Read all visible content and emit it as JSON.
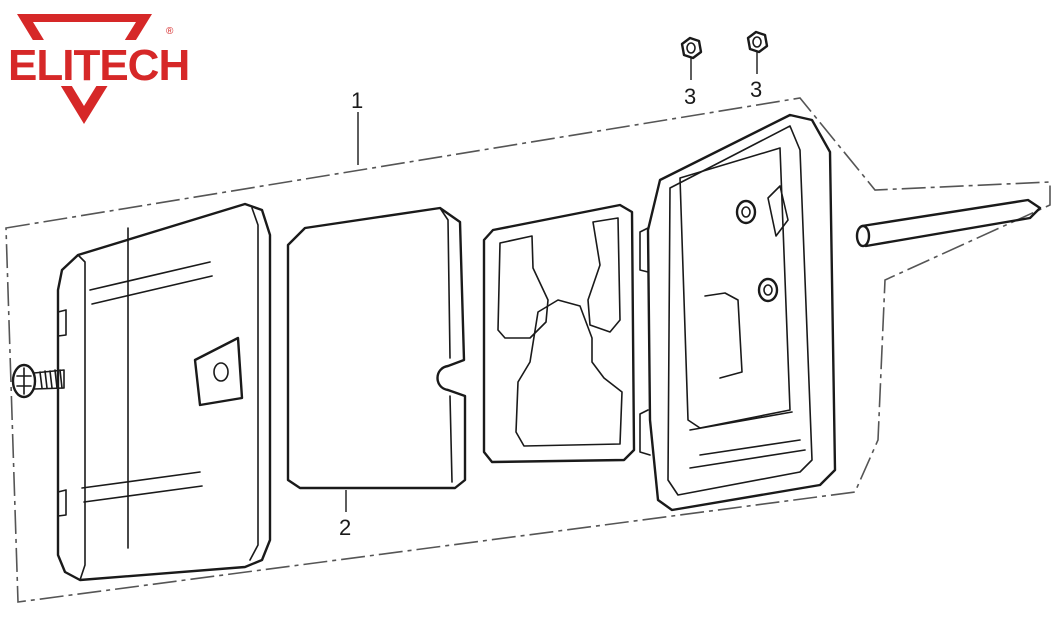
{
  "brand": {
    "name": "ELITECH",
    "registered_mark": "®",
    "color": "#d62828"
  },
  "callouts": [
    {
      "label": "1"
    },
    {
      "label": "2"
    },
    {
      "label": "3"
    },
    {
      "label": "3"
    }
  ],
  "colors": {
    "line": "#1a1a1a",
    "dash_outline": "#555555",
    "background": "#ffffff"
  }
}
